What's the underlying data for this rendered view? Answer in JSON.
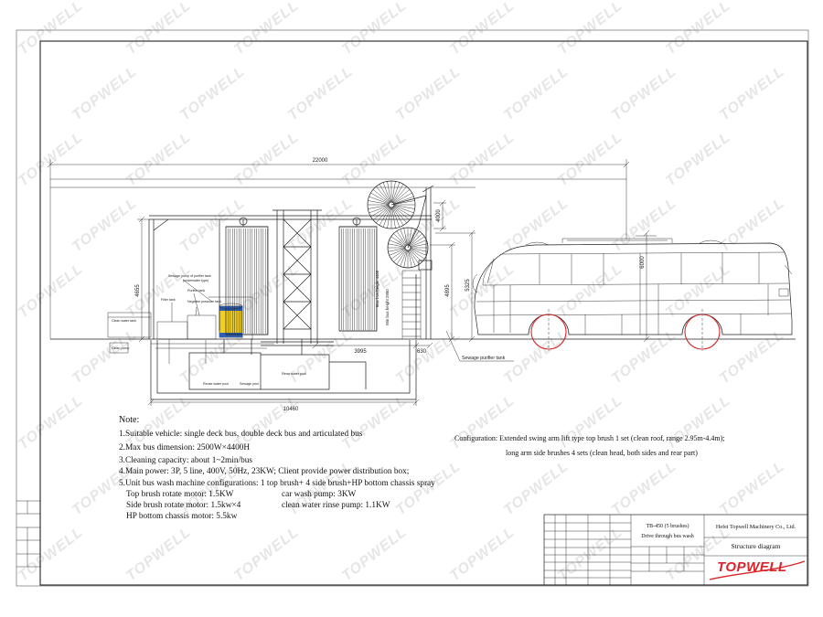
{
  "watermark": {
    "text": "TOPWELL"
  },
  "colors": {
    "line": "#222222",
    "wheel": "#d42a2a",
    "tank_yellow": "#f0cf1f",
    "tank_blue": "#2f5fb3",
    "logo_red": "#d9242a",
    "watermark": "#e6e6e6"
  },
  "dimensions": {
    "overall_length": "22000",
    "pit_length": "10460",
    "brush_offset": "3995",
    "tower_offset": "630",
    "gantry_height": "4655",
    "arm_height": "4000",
    "height_4895": "4895",
    "height_5325": "5325",
    "bus_dim": "6000"
  },
  "labels": {
    "max_bus_height": "Max bus height 4400",
    "min_bus_height": "Min bus height 2950",
    "sewage_purifier_tank": "Sewage purifier tank",
    "clean_water_tank": "Clean water tank",
    "clean_pump": "Clean pump",
    "sewage_pump": "Sewage pump of purifier tank",
    "sewage_pump_type": "(underwater type)",
    "purifier_tank": "Purifier tank",
    "filter_tank": "Filter tank",
    "negative_pressure_tank": "Negative pressure tank",
    "reuse_water_pool": "Reuse water pool",
    "sewage_pool": "Sewage pool",
    "rinse_water_pool": "Rinse water pool"
  },
  "notes": {
    "heading": "Note:",
    "items": [
      "1.Suitable vehicle: single deck bus, double deck bus and articulated bus",
      "2.Max bus dimension: 2500W×4400H",
      "3.Cleaning capacity: about 1~2min/bus",
      "4.Main power: 3P, 5 line, 400V, 50Hz, 23KW; Client provide power distribution box;",
      "5.Unit bus wash machine configurations: 1 top brush+ 4 side brush+HP bottom chassis spray"
    ],
    "motors": [
      {
        "left": "Top brush rotate motor: 1.5KW",
        "right": "car wash pump: 3KW"
      },
      {
        "left": "Side brush rotate motor: 1.5kw×4",
        "right": "clean water rinse pump: 1.1KW"
      },
      {
        "left": "HP bottom chassis motor: 5.5kw"
      }
    ]
  },
  "configuration": {
    "line1": "Configuration: Extended swing arm lift type top brush 1 set (clean roof, range 2.95m-4.4m);",
    "line2": "long arm side brushes 4 sets (clean head, both sides and rear part)"
  },
  "title_block": {
    "model": "TB-450 (5 brushes)",
    "product": "Drive through bus wash",
    "company": "Hefei Topwell Machinery Co., Ltd.",
    "drawing_name": "Structure diagram",
    "logo": "TOPWELL"
  }
}
